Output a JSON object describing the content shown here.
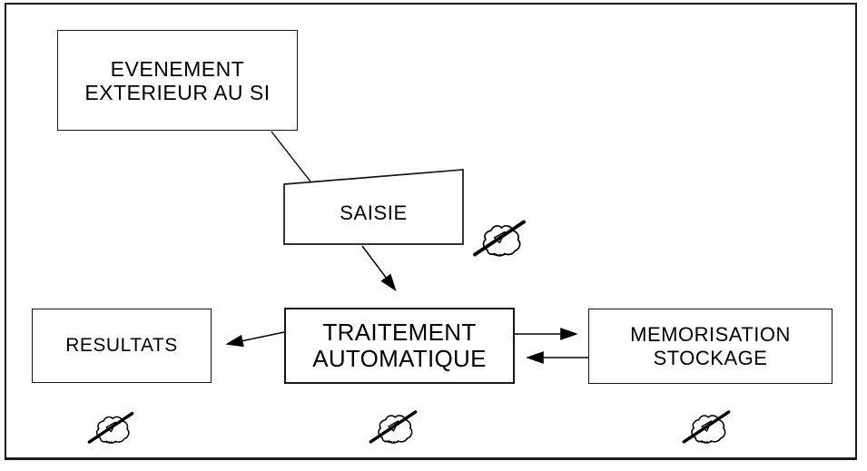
{
  "figure": {
    "description": "Flowchart of an information system: external event captured, processed automatically, producing results and stored data",
    "colors": {
      "ink": "#000000",
      "background": "#ffffff"
    }
  },
  "nodes": {
    "evenement": {
      "label": "EVENEMENT\nEXTERIEUR AU SI",
      "shape": "rectangle"
    },
    "saisie": {
      "label": "SAISIE",
      "shape": "trapezoid-manual-input"
    },
    "traitement": {
      "label": "TRAITEMENT\nAUTOMATIQUE",
      "shape": "rectangle"
    },
    "resultats": {
      "label": "RESULTATS",
      "shape": "rectangle"
    },
    "memorisation": {
      "label": "MEMORISATION\nSTOCKAGE",
      "shape": "rectangle"
    }
  },
  "edges": [
    {
      "from": "evenement",
      "to": "saisie",
      "style": "plain-line"
    },
    {
      "from": "saisie",
      "to": "traitement",
      "style": "arrow"
    },
    {
      "from": "traitement",
      "to": "resultats",
      "style": "arrow"
    },
    {
      "from": "traitement",
      "to": "memorisation",
      "style": "arrow"
    },
    {
      "from": "memorisation",
      "to": "traitement",
      "style": "arrow"
    }
  ],
  "icons": [
    {
      "name": "writing-hand-icon",
      "near": "saisie"
    },
    {
      "name": "writing-hand-icon",
      "near": "resultats"
    },
    {
      "name": "writing-hand-icon",
      "near": "traitement"
    },
    {
      "name": "writing-hand-icon",
      "near": "memorisation"
    }
  ]
}
